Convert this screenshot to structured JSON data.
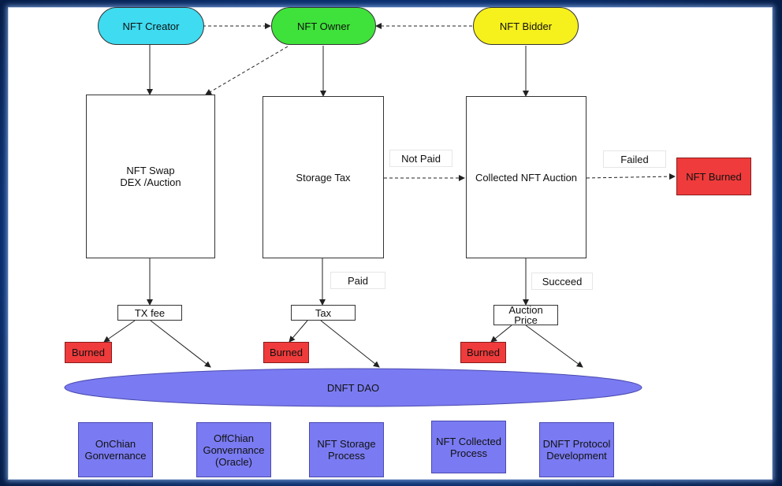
{
  "colors": {
    "creator": "#3fdbf0",
    "owner": "#3fe23a",
    "bidder": "#f6f01d",
    "burned": "#ef3b3b",
    "dao": "#7a7bf2"
  },
  "actors": {
    "creator": "NFT Creator",
    "owner": "NFT Owner",
    "bidder": "NFT Bidder"
  },
  "processes": {
    "swap": "NFT Swap\nDEX /Auction",
    "storage": "Storage Tax",
    "auction": "Collected NFT Auction"
  },
  "edge_labels": {
    "not_paid": "Not Paid",
    "failed": "Failed",
    "paid": "Paid",
    "succeed": "Succeed"
  },
  "nft_burned": "NFT Burned",
  "fees": {
    "tx_fee": "TX fee",
    "tax": "Tax",
    "auction_price": "Auction\nPrice"
  },
  "burned": "Burned",
  "dao": "DNFT DAO",
  "dao_uses": [
    "OnChian\nGonvernance",
    "OffChian\nGonvernance\n(Oracle)",
    "NFT Storage\nProcess",
    "NFT Collected\nProcess",
    "DNFT Protocol\nDevelopment"
  ]
}
